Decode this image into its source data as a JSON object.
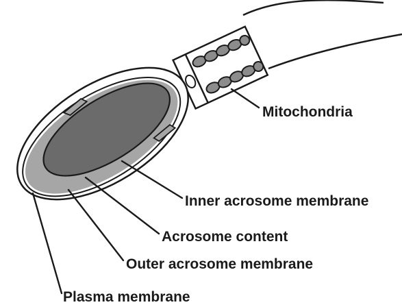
{
  "labels": {
    "mitochondria": "Mitochondria",
    "inner_acrosome_membrane": "Inner acrosome membrane",
    "acrosome_content": "Acrosome content",
    "outer_acrosome_membrane": "Outer acrosome membrane",
    "plasma_membrane": "Plasma membrane"
  },
  "colors": {
    "outline": "#1a1a1a",
    "acrosome_outer": "#a6a6a6",
    "acrosome_inner": "#6b6b6b",
    "mitochondrion": "#8c8c8c",
    "background": "#ffffff"
  }
}
